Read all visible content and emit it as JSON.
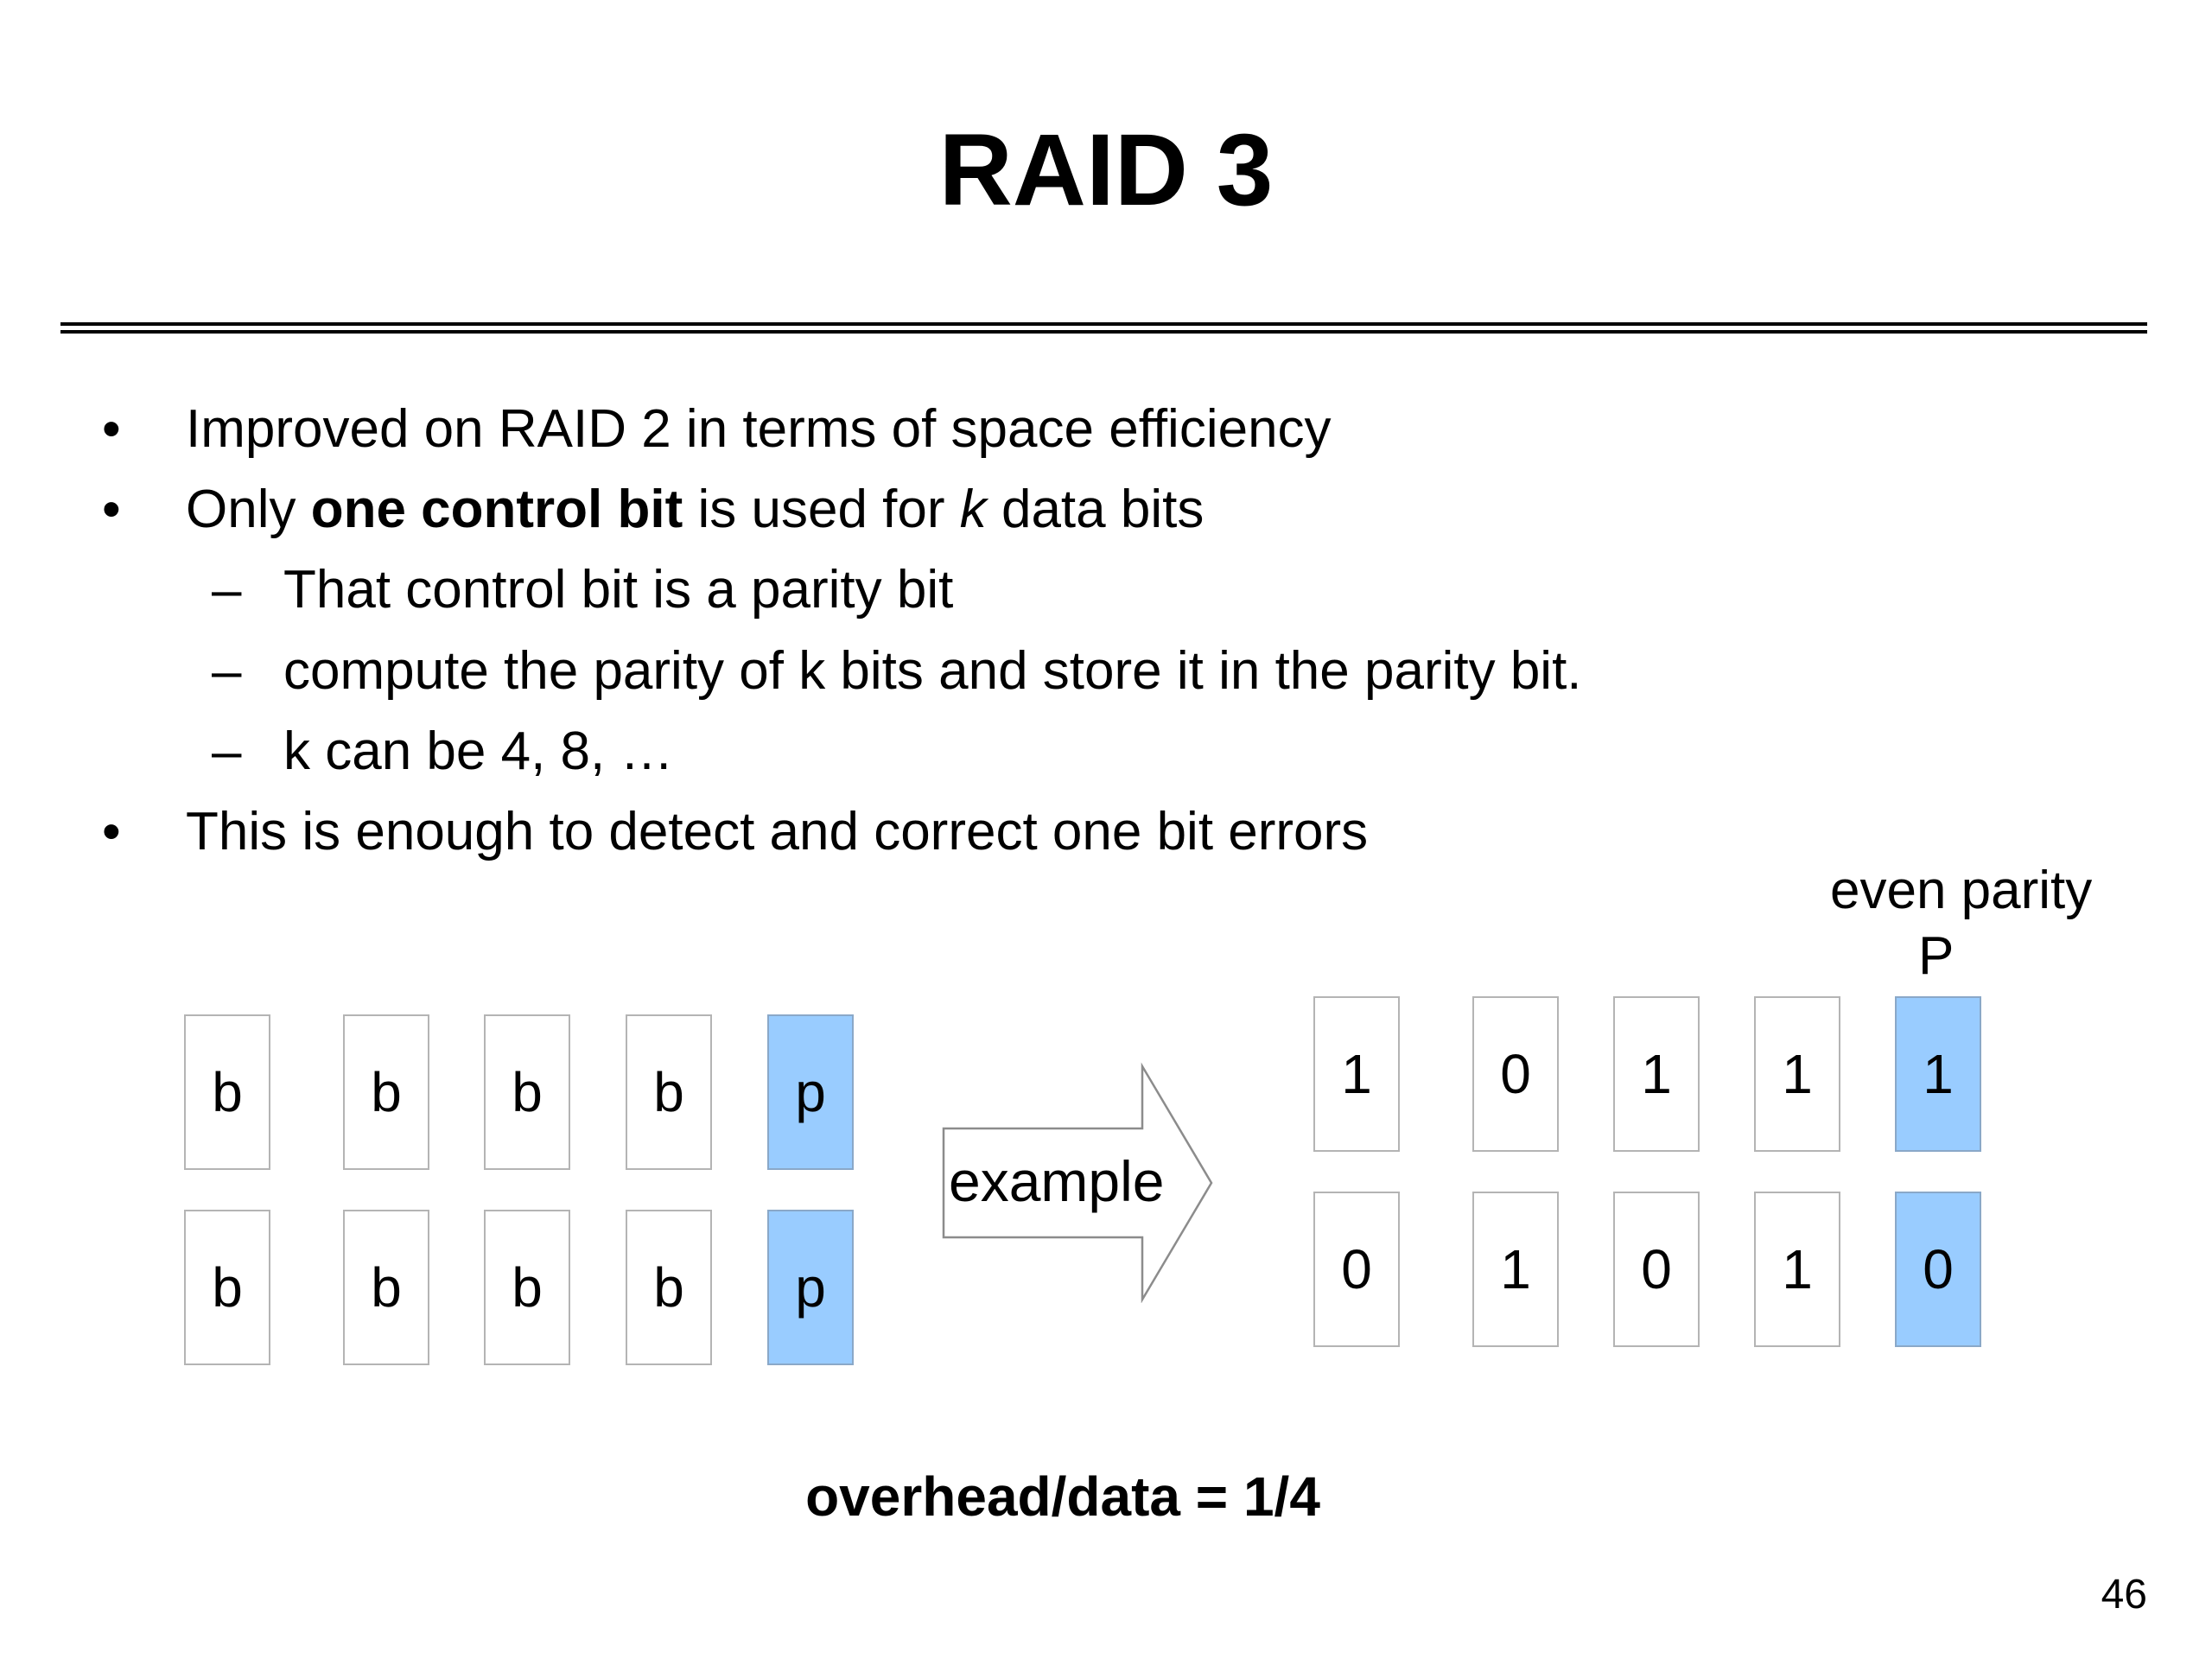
{
  "slide": {
    "title": "RAID 3",
    "page_number": "46"
  },
  "bullets": {
    "b1": "Improved on RAID 2 in terms of space efficiency",
    "b2": {
      "pre": "Only ",
      "bold": "one control bit",
      "mid": " is used for ",
      "italic": "k",
      "post": " data bits"
    },
    "sub1": "That control bit is a parity bit",
    "sub2": "compute the parity of k bits and store it in the parity bit.",
    "sub3": "k can be 4, 8, …",
    "b3": "This is enough to detect and correct one bit errors",
    "bullet_marker": "•",
    "dash_marker": "–"
  },
  "diagram": {
    "generic": {
      "rows": [
        [
          "b",
          "b",
          "b",
          "b",
          "p"
        ],
        [
          "b",
          "b",
          "b",
          "b",
          "p"
        ]
      ]
    },
    "arrow_label": "example",
    "example": {
      "caption_line1": "even parity",
      "caption_line2": "P",
      "rows": [
        [
          "1",
          "0",
          "1",
          "1",
          "1"
        ],
        [
          "0",
          "1",
          "0",
          "1",
          "0"
        ]
      ]
    },
    "parity_color": "#99ccff"
  },
  "formula": "overhead/data = 1/4"
}
